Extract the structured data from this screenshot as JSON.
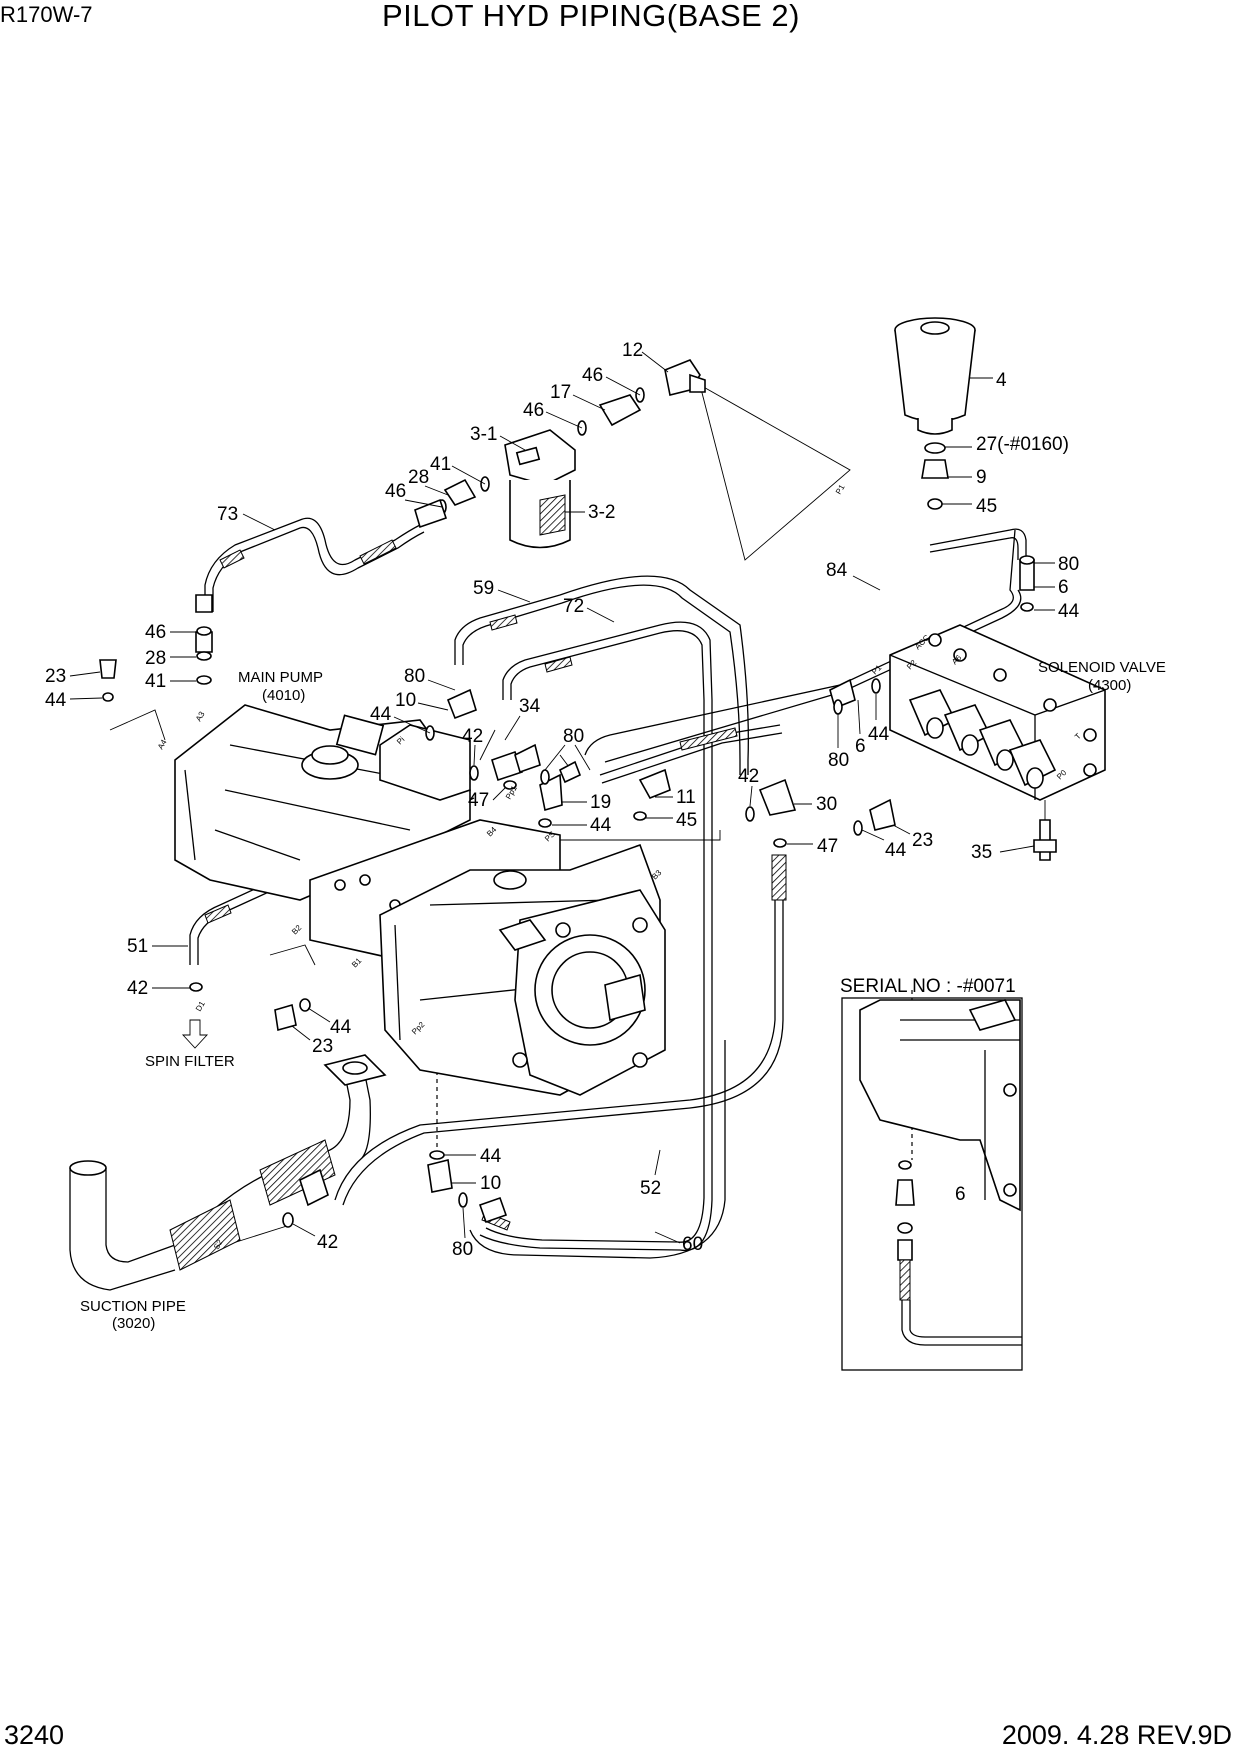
{
  "header": {
    "model": "R170W-7",
    "title": "PILOT HYD PIPING(BASE 2)"
  },
  "footer": {
    "page_number": "3240",
    "revision": "2009. 4.28 REV.9D"
  },
  "component_labels": {
    "main_pump": "MAIN PUMP",
    "main_pump_ref": "(4010)",
    "solenoid_valve": "SOLENOID VALVE",
    "solenoid_valve_ref": "(4300)",
    "spin_filter": "SPIN FILTER",
    "suction_pipe": "SUCTION PIPE",
    "suction_pipe_ref": "(3020)"
  },
  "inset": {
    "title": "SERIAL NO : -#0071",
    "callout": "6"
  },
  "callouts": {
    "c12": "12",
    "c46a": "46",
    "c17": "17",
    "c46b": "46",
    "c4": "4",
    "c3_1": "3-1",
    "c41a": "41",
    "c28a": "28",
    "c46c": "46",
    "c3_2": "3-2",
    "c27": "27(-#0160)",
    "c9": "9",
    "c45a": "45",
    "c73": "73",
    "c80a": "80",
    "c6a": "6",
    "c84": "84",
    "c59": "59",
    "c44a": "44",
    "c72": "72",
    "c46d": "46",
    "c28b": "28",
    "c23a": "23",
    "c41b": "41",
    "c44b": "44",
    "c80b": "80",
    "c10a": "10",
    "c34": "34",
    "c44c": "44",
    "c42a": "42",
    "c80c": "80",
    "c47a": "47",
    "c80d": "80",
    "c6b": "6",
    "c44d": "44",
    "c19": "19",
    "c11": "11",
    "c42b": "42",
    "c30": "30",
    "c44e": "44",
    "c45b": "45",
    "c47b": "47",
    "c44f": "44",
    "c23b": "23",
    "c35": "35",
    "c51": "51",
    "c42c": "42",
    "c44g": "44",
    "c23c": "23",
    "c44h": "44",
    "c10b": "10",
    "c52": "52",
    "c42d": "42",
    "c80e": "80",
    "c60": "60"
  },
  "port_marks": {
    "p1": "P1",
    "pp1": "Pp1",
    "pp2": "Pp2",
    "ps": "PS",
    "b1": "B1",
    "b2": "B2",
    "b3": "B3",
    "b4": "B4",
    "a3": "A3",
    "a4": "A4",
    "acc": "ACC",
    "p1s": "P1",
    "p2s": "P2",
    "a6": "A6",
    "t": "T",
    "p0": "P0",
    "d1": "D1",
    "s2": "S2",
    "pi": "Pi"
  }
}
